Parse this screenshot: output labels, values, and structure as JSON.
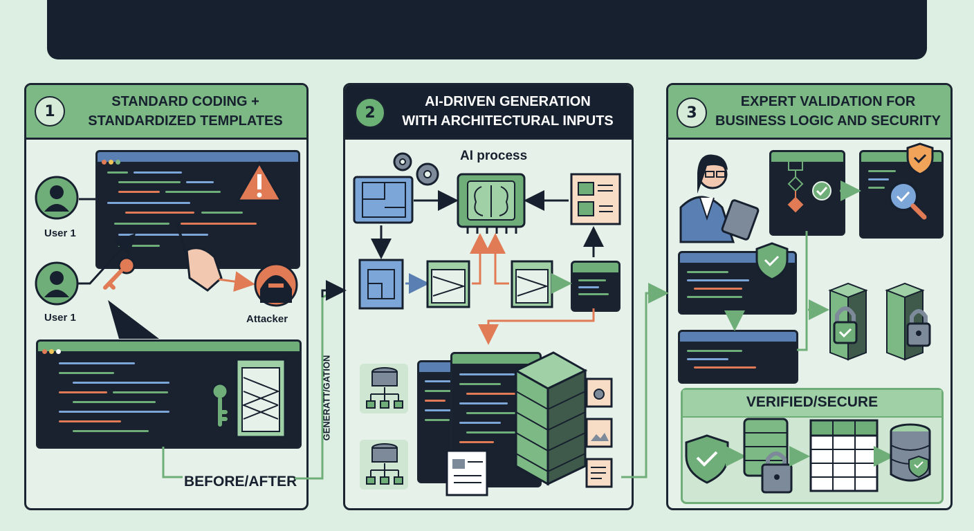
{
  "panel1": {
    "number": "1",
    "title_line1": "STANDARD CODING +",
    "title_line2": "STANDARDIZED TEMPLATES",
    "user_label_1": "User 1",
    "user_label_2": "User 1",
    "attacker_label": "Attacker",
    "before_after_label": "BEFORE/AFTER"
  },
  "connector1": {
    "label": "GENERATT/GATION"
  },
  "panel2": {
    "number": "2",
    "title_line1": "AI-DRIVEN GENERATION",
    "title_line2": "WITH ARCHITECTURAL INPUTS",
    "ai_process_label": "AI process"
  },
  "panel3": {
    "number": "3",
    "title_line1": "EXPERT VALIDATION FOR",
    "title_line2": "BUSINESS LOGIC AND SECURITY",
    "verified_label": "VERIFIED/SECURE"
  },
  "colors": {
    "background": "#dcefe2",
    "dark": "#17202e",
    "green_header": "#7db985",
    "orange_arrow": "#e07b55",
    "blue_arrow": "#5a7fb3",
    "green_arrow": "#6fae78"
  }
}
